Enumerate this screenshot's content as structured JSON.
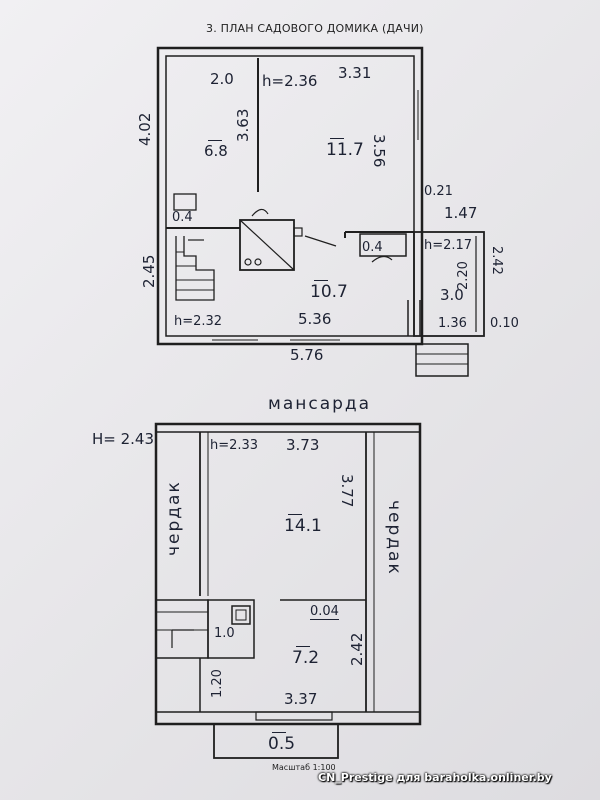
{
  "plan": {
    "title": "3. ПЛАН САДОВОГО ДОМИКА (ДАЧИ)",
    "ground": {
      "height_main": "h=2.36",
      "height_hall": "h=2.32",
      "height_porch": "h=2.17",
      "total_width": "5.76",
      "side_height": "4.02",
      "side_lower": "2.45",
      "room_a_width": "2.0",
      "room_a_depth": "3.63",
      "room_a_area": "6.8",
      "room_b_width": "3.31",
      "room_b_depth": "3.56",
      "room_b_area": "11.7",
      "closet_area": "0.4",
      "hall_area": "10.7",
      "hall_width": "5.36",
      "small_area": "0.4",
      "porch_offset": "0.21",
      "porch_width": "1.47",
      "porch_depth": "2.20",
      "porch_outer": "2.42",
      "porch_area": "3.0",
      "porch_bottom": "1.36",
      "porch_wall": "0.10"
    },
    "attic": {
      "label": "мансарда",
      "outer_height": "H= 2.43",
      "height": "h=2.33",
      "width": "3.73",
      "depth": "3.77",
      "main_area": "14.1",
      "left_loft": "чердак",
      "right_loft": "чердак",
      "door_mark": "0.04",
      "small_area": "1.0",
      "room_area": "7.2",
      "room_depth": "2.42",
      "side_small": "1.20",
      "bottom_width": "3.37",
      "balcony_area": "0.5"
    },
    "scale": "Масштаб 1:100",
    "watermark": "CN_Prestige для baraholka.onliner.by"
  }
}
